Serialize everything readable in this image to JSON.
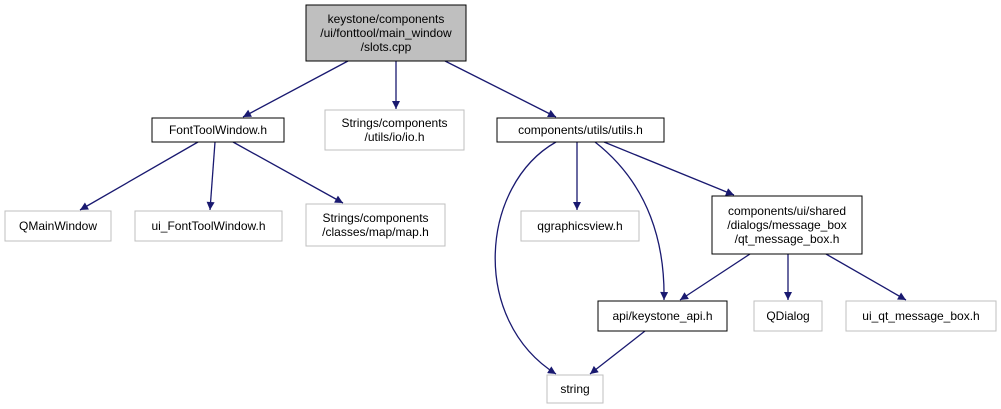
{
  "diagram": {
    "nodes": [
      {
        "id": "slots_cpp",
        "lines": [
          "keystone/components",
          "/ui/fonttool/main_window",
          "/slots.cpp"
        ],
        "style": "root"
      },
      {
        "id": "fonttoolwindow_h",
        "lines": [
          "FontToolWindow.h"
        ],
        "style": "local"
      },
      {
        "id": "strings_io_h",
        "lines": [
          "Strings/components",
          "/utils/io/io.h"
        ],
        "style": "external"
      },
      {
        "id": "utils_h",
        "lines": [
          "components/utils/utils.h"
        ],
        "style": "local"
      },
      {
        "id": "qmainwindow",
        "lines": [
          "QMainWindow"
        ],
        "style": "external"
      },
      {
        "id": "ui_fonttoolwindow_h",
        "lines": [
          "ui_FontToolWindow.h"
        ],
        "style": "external"
      },
      {
        "id": "strings_map_h",
        "lines": [
          "Strings/components",
          "/classes/map/map.h"
        ],
        "style": "external"
      },
      {
        "id": "qgraphicsview_h",
        "lines": [
          "qgraphicsview.h"
        ],
        "style": "external"
      },
      {
        "id": "qt_message_box_h",
        "lines": [
          "components/ui/shared",
          "/dialogs/message_box",
          "/qt_message_box.h"
        ],
        "style": "local"
      },
      {
        "id": "keystone_api_h",
        "lines": [
          "api/keystone_api.h"
        ],
        "style": "local"
      },
      {
        "id": "qdialog",
        "lines": [
          "QDialog"
        ],
        "style": "external"
      },
      {
        "id": "ui_qt_message_box_h",
        "lines": [
          "ui_qt_message_box.h"
        ],
        "style": "external"
      },
      {
        "id": "string",
        "lines": [
          "string"
        ],
        "style": "external"
      }
    ],
    "edges": [
      {
        "from": "slots_cpp",
        "to": "fonttoolwindow_h"
      },
      {
        "from": "slots_cpp",
        "to": "strings_io_h"
      },
      {
        "from": "slots_cpp",
        "to": "utils_h"
      },
      {
        "from": "fonttoolwindow_h",
        "to": "qmainwindow"
      },
      {
        "from": "fonttoolwindow_h",
        "to": "ui_fonttoolwindow_h"
      },
      {
        "from": "fonttoolwindow_h",
        "to": "strings_map_h"
      },
      {
        "from": "utils_h",
        "to": "string"
      },
      {
        "from": "utils_h",
        "to": "qgraphicsview_h"
      },
      {
        "from": "utils_h",
        "to": "keystone_api_h"
      },
      {
        "from": "utils_h",
        "to": "qt_message_box_h"
      },
      {
        "from": "qt_message_box_h",
        "to": "keystone_api_h"
      },
      {
        "from": "qt_message_box_h",
        "to": "qdialog"
      },
      {
        "from": "qt_message_box_h",
        "to": "ui_qt_message_box_h"
      },
      {
        "from": "keystone_api_h",
        "to": "string"
      }
    ],
    "colors": {
      "edge": "#191970",
      "root_fill": "#bfbfbf",
      "local_border": "#000000",
      "external_border": "#bfbfbf",
      "text": "#000000"
    }
  }
}
